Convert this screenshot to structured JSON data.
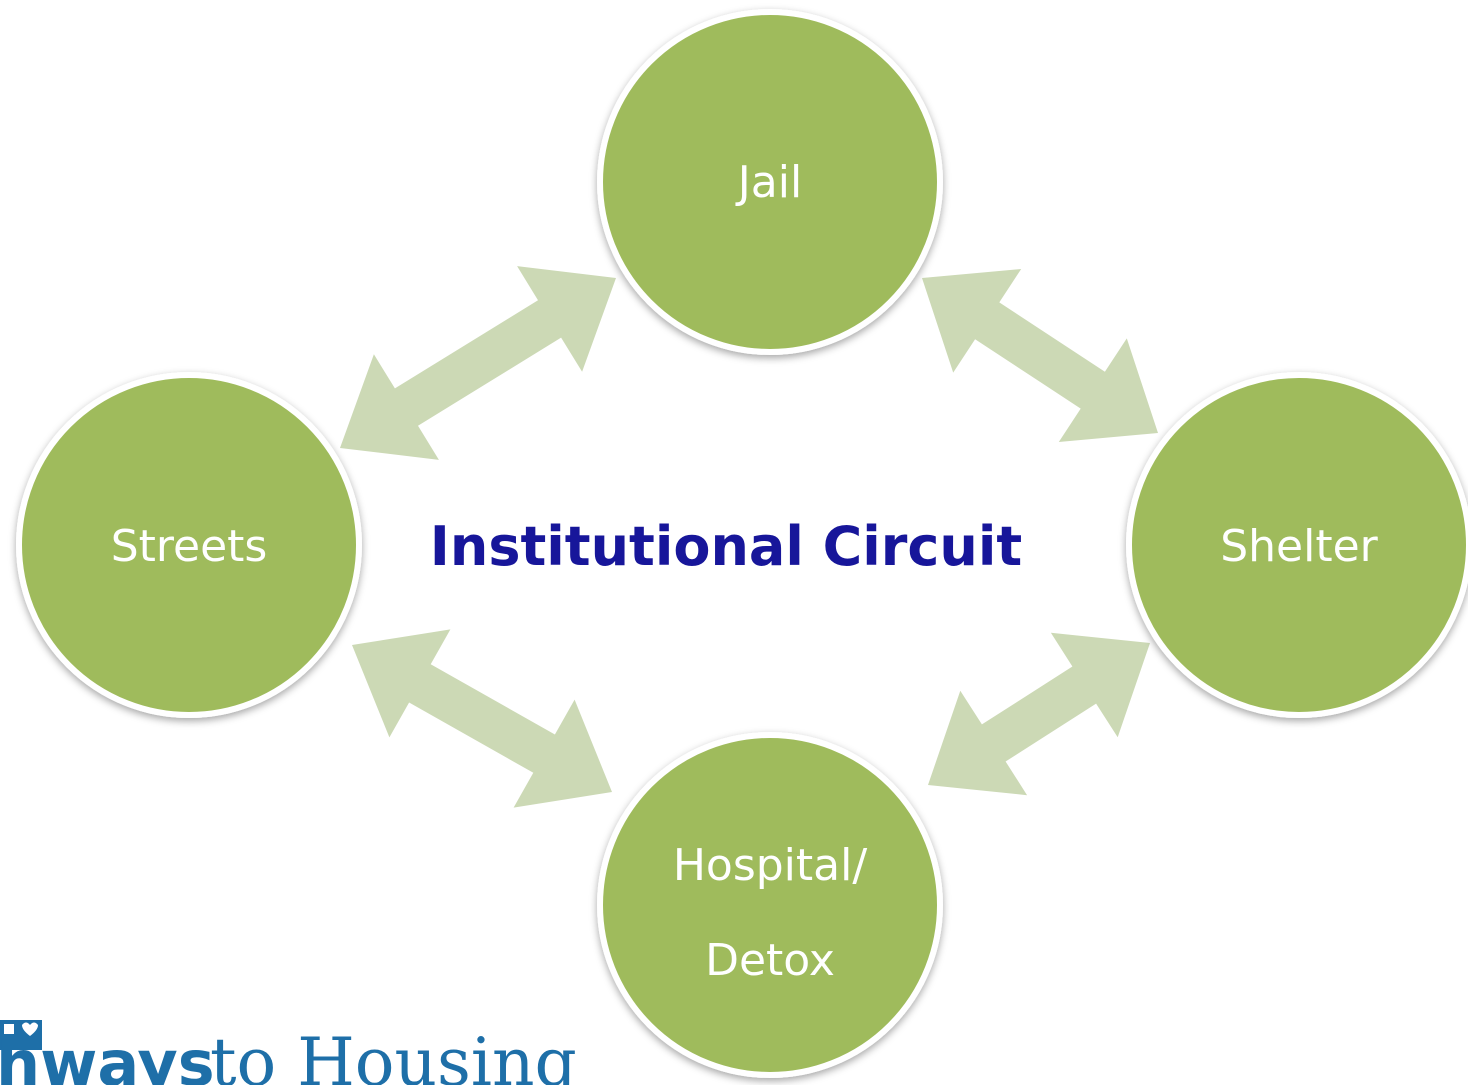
{
  "diagram": {
    "title": "Institutional Circuit",
    "nodes": {
      "jail": "Jail",
      "streets": "Streets",
      "shelter": "Shelter",
      "hospital_line1": "Hospital/",
      "hospital_line2": "Detox"
    },
    "colors": {
      "node_fill": "#9fbb5b",
      "arrow_fill": "#ccd9b5",
      "title_color": "#17169a"
    }
  },
  "logo": {
    "brand_bold": "hways",
    "brand_rest": "to Housing",
    "icon": "heart-house-icon"
  }
}
